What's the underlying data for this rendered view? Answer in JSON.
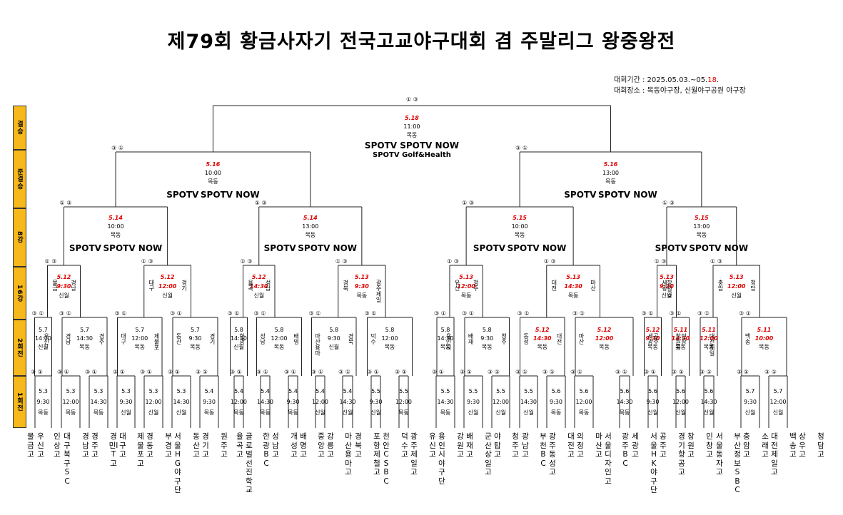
{
  "title": "제79회 황금사자기 전국고교야구대회 겸 주말리그 왕중왕전",
  "period_label": "대회기간 : ",
  "period_start": "2025.05.03.~05.",
  "period_end": "18",
  "period_suffix": ".",
  "venue": "대회장소 : 목동야구장, 신월야구공원 야구장",
  "stages": [
    "결승",
    "준결승",
    "8강",
    "16강",
    "2회전",
    "1회전"
  ],
  "teams": [
    "물금고",
    "우신고",
    "인상고",
    "대구북구SC",
    "경남고",
    "경주고",
    "경민IT고",
    "대구고",
    "제물포고",
    "경동고",
    "부경고",
    "서울HG야구단",
    "동산고",
    "경기고",
    "원주고",
    "율곡고",
    "글로벌선진학교",
    "한광BC",
    "성남고",
    "개성고",
    "배명고",
    "중앙고",
    "강릉고",
    "마산용마고",
    "경북고",
    "포항제철고",
    "천안CSBC",
    "덕수고",
    "광주제일고",
    "유신고",
    "용인시야구단",
    "강원고",
    "배재고",
    "군산상일고",
    "야탑고",
    "청주고",
    "광남고",
    "부천BC",
    "광주동성고",
    "대전고",
    "의정고",
    "마산고",
    "서울디자인고",
    "광주BC",
    "세광고",
    "서울HK야구단",
    "공주고",
    "경기항공고",
    "창원고",
    "인창고",
    "서울동자고",
    "부산정보SBC",
    "충암고",
    "소래고",
    "대전제일고",
    "백송고",
    "상우고",
    "청담고"
  ],
  "final": {
    "date": "5.18",
    "time": "11:00",
    "venue": "목동",
    "bc": [
      "SPOTV",
      "SPOTV NOW",
      "SPOTV Golf&Health"
    ],
    "circ": "① ③"
  },
  "semis": [
    {
      "date": "5.16",
      "time": "10:00",
      "venue": "목동",
      "circ": "③ ①"
    },
    {
      "date": "5.16",
      "time": "13:00",
      "venue": "목동",
      "circ": "③ ①"
    }
  ],
  "quarters": [
    {
      "date": "5.14",
      "time": "10:00",
      "venue": "목동"
    },
    {
      "date": "5.14",
      "time": "13:00",
      "venue": "목동"
    },
    {
      "date": "5.15",
      "time": "10:00",
      "venue": "목동"
    },
    {
      "date": "5.15",
      "time": "13:00",
      "venue": "목동"
    }
  ],
  "r16": [
    {
      "date": "5.12",
      "time": "9:30",
      "venue": "신월",
      "l": "물금",
      "r": "경남"
    },
    {
      "date": "5.12",
      "time": "12:00",
      "venue": "신월",
      "l": "대구",
      "r": "경기"
    },
    {
      "date": "5.12",
      "time": "14:30",
      "venue": "신월",
      "l": "율곡",
      "r": "성남"
    },
    {
      "date": "5.13",
      "time": "9:30",
      "venue": "목동",
      "l": "경북",
      "r": "광주제일"
    },
    {
      "date": "5.13",
      "time": "12:00",
      "venue": "목동",
      "l": "유신",
      "r": "청주"
    },
    {
      "date": "5.13",
      "time": "14:30",
      "venue": "목동",
      "l": "대전",
      "r": "마산"
    },
    {
      "date": "5.13",
      "time": "9:30",
      "venue": "신월",
      "l": "세광",
      "r": "창원공"
    },
    {
      "date": "5.13",
      "time": "12:00",
      "venue": "신월",
      "l": "충암",
      "r": "청담"
    }
  ],
  "r2": [
    {
      "date": "5.7",
      "time": "14:00",
      "venue": "신월",
      "l": "",
      "r": "우신"
    },
    {
      "date": "5.7",
      "time": "14:30",
      "venue": "목동",
      "l": "경남",
      "r": "경주"
    },
    {
      "date": "5.7",
      "time": "12:00",
      "venue": "목동",
      "l": "대구",
      "r": "제물포"
    },
    {
      "date": "5.7",
      "time": "9:30",
      "venue": "목동",
      "l": "동산",
      "r": "경기"
    },
    {
      "date": "5.8",
      "time": "14:30",
      "venue": "신월",
      "l": "",
      "r": "한광"
    },
    {
      "date": "5.8",
      "time": "12:00",
      "venue": "목동",
      "l": "성남",
      "r": "배명"
    },
    {
      "date": "5.8",
      "time": "9:30",
      "venue": "신월",
      "l": "마산용마",
      "r": "경북"
    },
    {
      "date": "5.8",
      "time": "12:00",
      "venue": "목동",
      "l": "덕수",
      "r": ""
    },
    {
      "date": "5.8",
      "time": "14:30",
      "venue": "목동",
      "l": "",
      "r": "용인시"
    },
    {
      "date": "5.8",
      "time": "9:30",
      "venue": "목동",
      "l": "배재",
      "r": "청주"
    },
    {
      "date": "5.12",
      "time": "14:30",
      "venue": "목동",
      "l": "동성",
      "r": "대전"
    },
    {
      "date": "5.12",
      "time": "12:00",
      "venue": "목동",
      "l": "마산",
      "r": ""
    },
    {
      "date": "5.12",
      "time": "9:30",
      "venue": "목동",
      "l": "세광",
      "r": "공주"
    },
    {
      "date": "5.11",
      "time": "14:30",
      "venue": "목동",
      "l": "창원공",
      "r": "인창"
    },
    {
      "date": "5.11",
      "time": "12:00",
      "venue": "목동",
      "l": "",
      "r": "대전제일"
    },
    {
      "date": "5.11",
      "time": "10:00",
      "venue": "목동",
      "l": "백송",
      "r": ""
    }
  ],
  "r1": [
    {
      "date": "5.3",
      "time": "9:30",
      "venue": "목동"
    },
    {
      "date": "5.3",
      "time": "12:00",
      "venue": "목동"
    },
    {
      "date": "5.3",
      "time": "14:30",
      "venue": "목동"
    },
    {
      "date": "5.3",
      "time": "9:30",
      "venue": "신월"
    },
    {
      "date": "5.3",
      "time": "12:00",
      "venue": "신월"
    },
    {
      "date": "5.3",
      "time": "14:30",
      "venue": "신월"
    },
    {
      "date": "5.4",
      "time": "9:30",
      "venue": "목동"
    },
    {
      "date": "5.4",
      "time": "12:00",
      "venue": "목동"
    },
    {
      "date": "5.4",
      "time": "14:30",
      "venue": "목동"
    },
    {
      "date": "5.4",
      "time": "9:30",
      "venue": "목동"
    },
    {
      "date": "5.4",
      "time": "12:00",
      "venue": "신월"
    },
    {
      "date": "5.4",
      "time": "14:30",
      "venue": "신월"
    },
    {
      "date": "5.5",
      "time": "9:30",
      "venue": "신월"
    },
    {
      "date": "5.5",
      "time": "12:00",
      "venue": "목동"
    },
    {
      "date": "5.5",
      "time": "14:30",
      "venue": "목동"
    },
    {
      "date": "5.5",
      "time": "9:30",
      "venue": "신월"
    },
    {
      "date": "5.5",
      "time": "12:00",
      "venue": "신월"
    },
    {
      "date": "5.5",
      "time": "14:30",
      "venue": "신월"
    },
    {
      "date": "5.6",
      "time": "9:30",
      "venue": "목동"
    },
    {
      "date": "5.6",
      "time": "12:00",
      "venue": "목동"
    },
    {
      "date": "5.6",
      "time": "14:30",
      "venue": "목동"
    },
    {
      "date": "5.6",
      "time": "9:30",
      "venue": "신월"
    },
    {
      "date": "5.6",
      "time": "12:00",
      "venue": "신월"
    },
    {
      "date": "5.6",
      "time": "14:30",
      "venue": "신월"
    },
    {
      "date": "5.7",
      "time": "9:30",
      "venue": "신월"
    },
    {
      "date": "5.7",
      "time": "12:00",
      "venue": "신월"
    }
  ],
  "circled_a": "③ ①",
  "circled_b": "① ③",
  "broadcast": {
    "spotv": "SPOTV",
    "now": "SPOTV NOW"
  }
}
